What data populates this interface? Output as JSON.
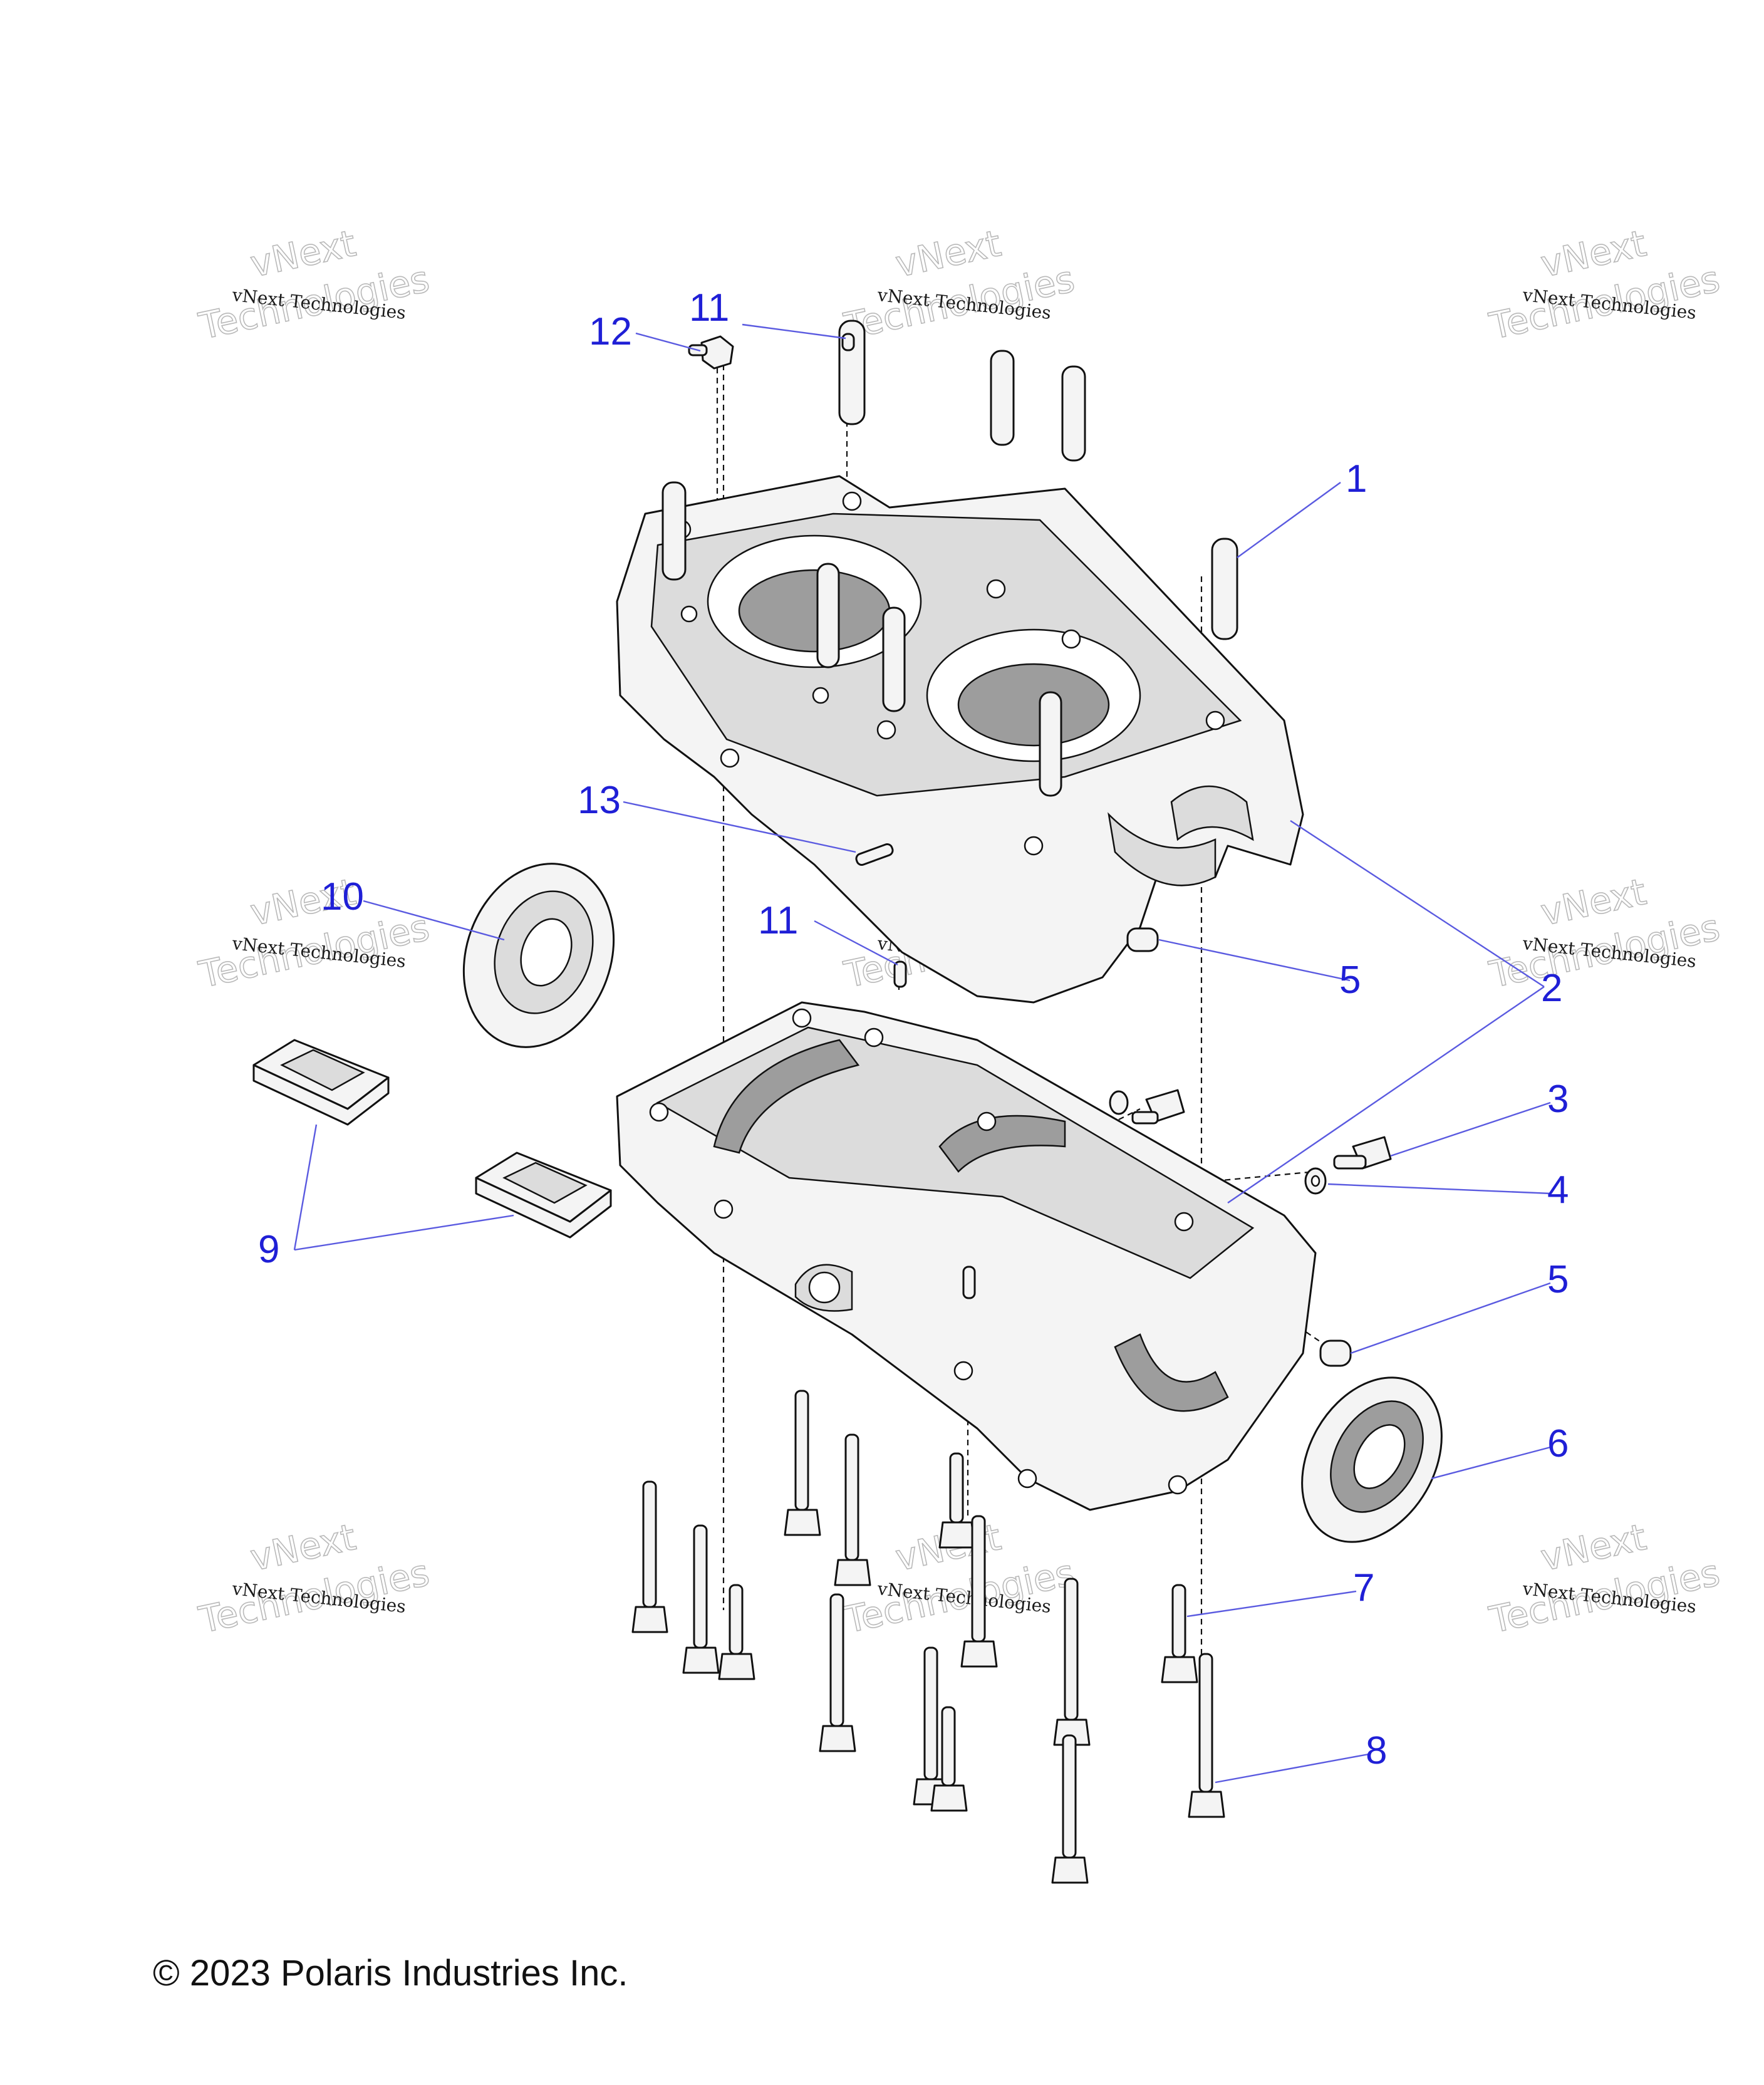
{
  "diagram": {
    "callouts": [
      "1",
      "2",
      "3",
      "4",
      "5",
      "6",
      "7",
      "8",
      "9",
      "10",
      "11",
      "12",
      "13"
    ]
  },
  "callouts": {
    "c1": "1",
    "c2": "2",
    "c3": "3",
    "c4": "4",
    "c5a": "5",
    "c5b": "5",
    "c6": "6",
    "c7": "7",
    "c8": "8",
    "c9": "9",
    "c10": "10",
    "c11a": "11",
    "c11b": "11",
    "c12": "12",
    "c13": "13"
  },
  "watermark": {
    "line1": "vNext Technologies",
    "big1": "vNext",
    "big2": "Technologies"
  },
  "footer": {
    "copyright": "© 2023 Polaris Industries Inc."
  },
  "colors": {
    "callout": "#1f1fd6",
    "leader": "#5a5ae0",
    "linework": "#111111"
  }
}
